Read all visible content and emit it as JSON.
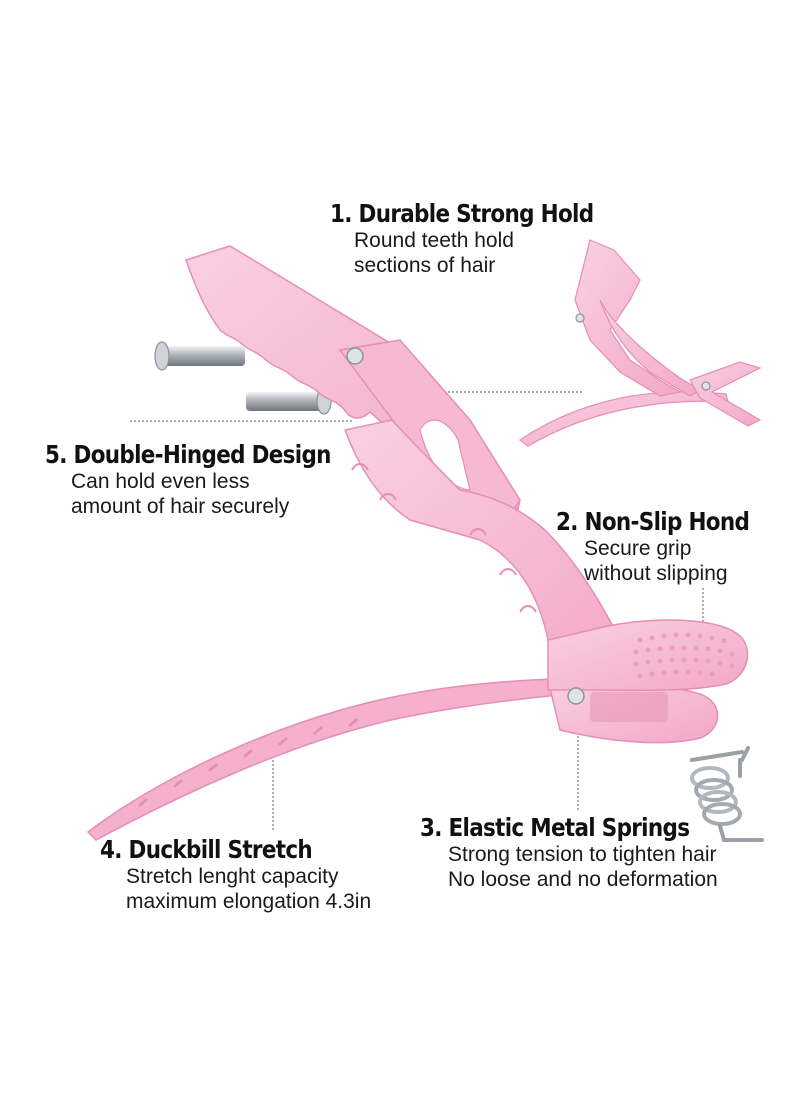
{
  "colors": {
    "clip_pink": "#f7b8d2",
    "clip_shadow": "#e58fb5",
    "clip_highlight": "#fcd6e6",
    "metal": "#bfc3c8",
    "leader": "#777777",
    "text": "#111111"
  },
  "features": [
    {
      "title": "1. Durable Strong Hold",
      "lines": [
        "Round teeth hold",
        "sections of hair"
      ]
    },
    {
      "title": "2. Non-Slip Hond",
      "lines": [
        "Secure grip",
        "without slipping"
      ]
    },
    {
      "title": "3. Elastic Metal Springs",
      "lines": [
        "Strong tension to tighten hair",
        "No loose and no deformation"
      ]
    },
    {
      "title": "4. Duckbill Stretch",
      "lines": [
        "Stretch lenght capacity",
        "maximum elongation 4.3in"
      ]
    },
    {
      "title": "5. Double-Hinged Design",
      "lines": [
        "Can hold even less",
        "amount of hair securely"
      ]
    }
  ],
  "images": {
    "main_clip": "pink-alligator-hair-clip",
    "small_clip": "pink-hair-clip-open-view",
    "pins": "metal-hinge-pins",
    "spring": "metal-coil-spring"
  }
}
